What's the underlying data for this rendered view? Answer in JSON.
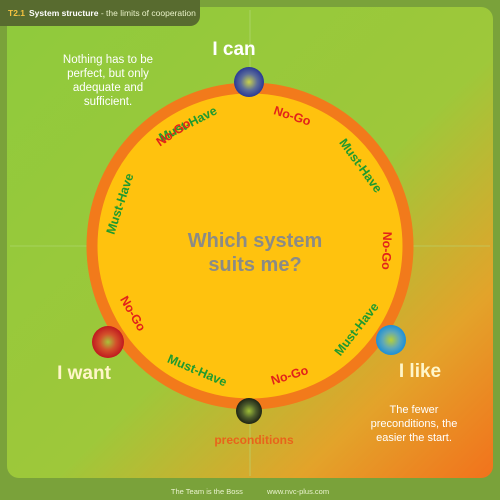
{
  "header": {
    "number": "T2.1",
    "title": "System structure",
    "subtitle": "- the limits of cooperation"
  },
  "note_top": "Nothing has to be perfect, but only adequate and sufficient.",
  "note_bottom": "The fewer preconditions, the easier the start.",
  "center_question": [
    "Which system",
    "suits me?"
  ],
  "nodes": {
    "top": "I can",
    "left": "I want",
    "right": "I like",
    "bottom": "preconditions"
  },
  "ring_labels": [
    {
      "text": "Must-Have",
      "angle": -37,
      "kind": "must"
    },
    {
      "text": "No-Go",
      "angle": 5,
      "kind": "nogo"
    },
    {
      "text": "Must-Have",
      "angle": 47,
      "kind": "must"
    },
    {
      "text": "No-Go",
      "angle": 90,
      "kind": "nogo"
    },
    {
      "text": "Must-Have",
      "angle": 127,
      "kind": "must"
    },
    {
      "text": "No-Go",
      "angle": 164,
      "kind": "nogo"
    },
    {
      "text": "Must-Have",
      "angle": 226,
      "kind": "must"
    },
    {
      "text": "No-Go",
      "angle": 269,
      "kind": "nogo"
    },
    {
      "text": "Must-Have",
      "angle": 265,
      "kind": "must"
    },
    {
      "text": "No-Go",
      "angle": 307,
      "kind": "nogo"
    }
  ],
  "footer": {
    "left": "The Team is the Boss",
    "right": "www.nvc-plus.com"
  },
  "colors": {
    "background": "#7aa23a",
    "panel_green": "#8fca3c",
    "ring_orange": "#f27a1b",
    "disk_yellow": "#ffc20e",
    "must_have_green": "#1f9a2e",
    "no_go_red": "#e2231a",
    "question_gray": "#8b8b86",
    "preconditions_orange": "#e8641b"
  }
}
